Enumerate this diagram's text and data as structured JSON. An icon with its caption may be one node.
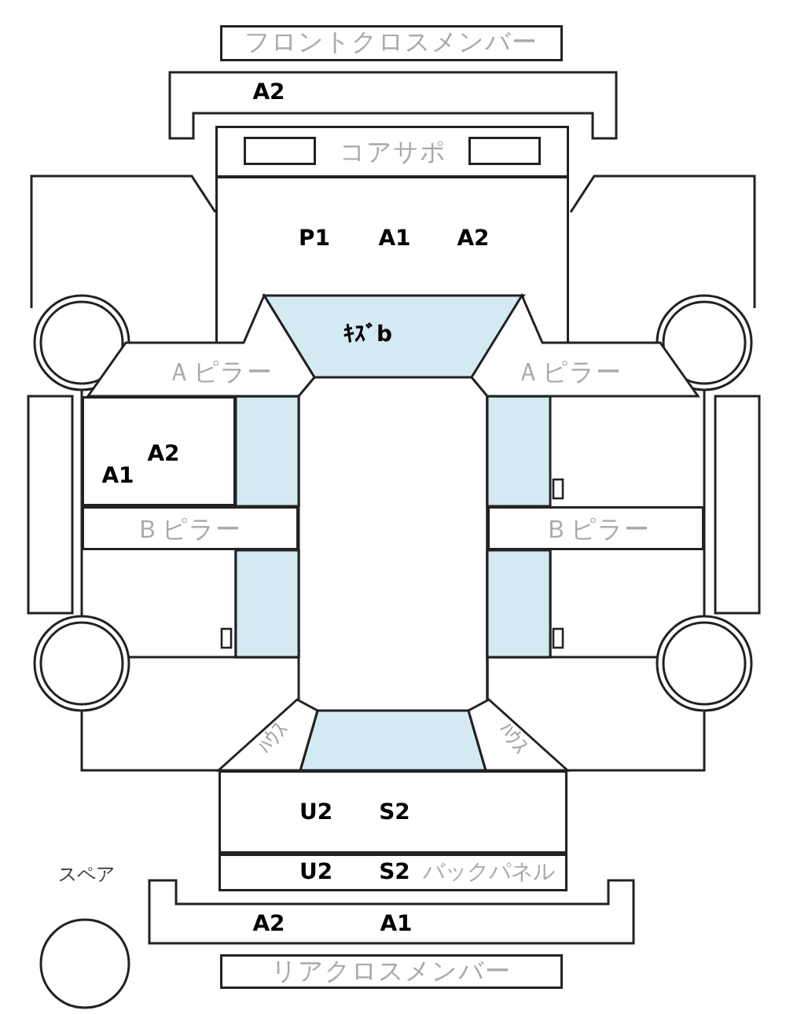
{
  "diagram": {
    "nodes": [
      {
        "text": [
          "フロントクロスメンバー"
        ]
      },
      {
        "text": [
          "A2"
        ]
      },
      {
        "text": [
          "コアサポ"
        ]
      },
      {
        "text": [],
        "shape": "box",
        "in": 2
      },
      {
        "text": [],
        "shape": "box",
        "in": 2
      },
      {
        "text": [
          "P1",
          "A1",
          "A2"
        ]
      },
      {
        "text": [
          "ｷｽﾞb"
        ],
        "in": 5
      },
      {
        "text": [
          "Ａピラー"
        ]
      },
      {
        "text": [
          "Ａピラー"
        ]
      },
      {
        "text": [
          "A2",
          "A1"
        ]
      },
      {
        "text": [
          "Ｂピラー"
        ]
      },
      {
        "text": [
          "Ｂピラー"
        ]
      },
      {
        "text": [
          "ﾊｳｽ"
        ]
      },
      {
        "text": [
          "ﾊｳｽ"
        ]
      },
      {
        "text": [
          "U2",
          "S2"
        ]
      },
      {
        "text": [
          "U2",
          "S2",
          "バックパネル"
        ]
      },
      {
        "text": [
          "A2",
          "A1"
        ]
      },
      {
        "text": [
          "リアクロスメンバー"
        ]
      },
      {
        "text": [
          "スペア"
        ]
      }
    ]
  }
}
